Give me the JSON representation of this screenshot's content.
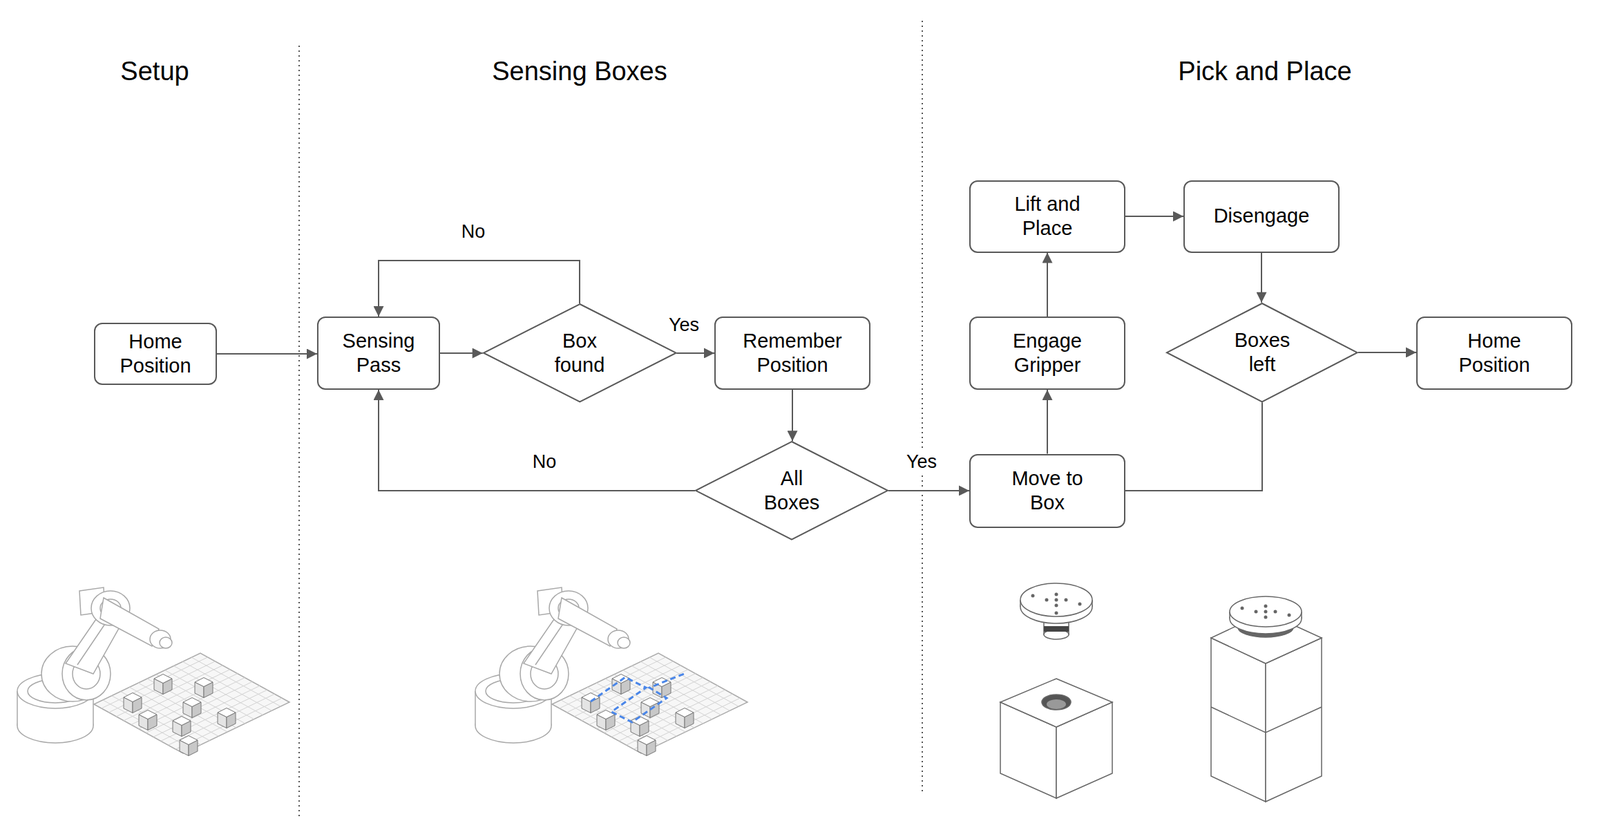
{
  "diagram": {
    "nodes": [
      {
        "text": [
          "Home Position"
        ]
      },
      {
        "text": [
          "Sensing Pass"
        ]
      },
      {
        "text": [
          "Box found"
        ]
      },
      {
        "text": [
          "Remember Position"
        ]
      },
      {
        "text": [
          "All Boxes"
        ]
      },
      {
        "text": [
          "Move to Box"
        ]
      },
      {
        "text": [
          "Engage Gripper"
        ]
      },
      {
        "text": [
          "Lift and Place"
        ]
      },
      {
        "text": [
          "Disengage"
        ]
      },
      {
        "text": [
          "Boxes left"
        ]
      },
      {
        "text": [
          "Home Position"
        ]
      }
    ],
    "edges": [
      {
        "from": 0,
        "to": 1,
        "arrow": "to"
      },
      {
        "from": 1,
        "to": 2,
        "arrow": "to"
      },
      {
        "from": 2,
        "to": 1,
        "label": "No",
        "arrow": "to"
      },
      {
        "from": 2,
        "to": 3,
        "label": "Yes",
        "arrow": "to"
      },
      {
        "from": 3,
        "to": 4,
        "arrow": "to"
      },
      {
        "from": 4,
        "to": 1,
        "label": "No",
        "arrow": "to"
      },
      {
        "from": 4,
        "to": 5,
        "label": "Yes",
        "arrow": "to"
      },
      {
        "from": 5,
        "to": 6,
        "arrow": "to"
      },
      {
        "from": 6,
        "to": 7,
        "arrow": "to"
      },
      {
        "from": 7,
        "to": 8,
        "arrow": "to"
      },
      {
        "from": 8,
        "to": 9,
        "arrow": "to"
      },
      {
        "from": 9,
        "to": 10,
        "arrow": "to"
      },
      {
        "from": 9,
        "to": 5,
        "arrow": "none"
      }
    ],
    "labels": [
      "Setup",
      "Sensing Boxes",
      "Pick and Place"
    ]
  }
}
